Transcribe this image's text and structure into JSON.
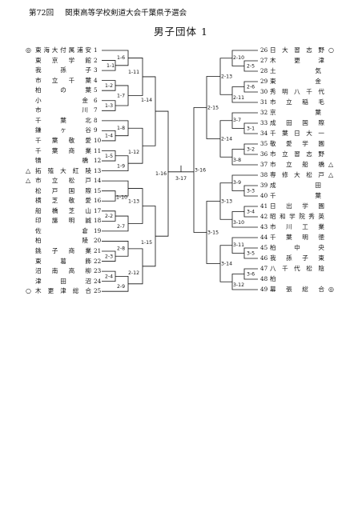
{
  "header": {
    "edition": "第72回",
    "event": "関東高等学校剣道大会千葉県予選会"
  },
  "title": "男子団体 1",
  "left_teams": [
    {
      "n": "1",
      "name": "東海大付属浦安",
      "mark": "◎"
    },
    {
      "n": "2",
      "name": "東京学館",
      "mark": ""
    },
    {
      "n": "3",
      "name": "我孫子",
      "mark": ""
    },
    {
      "n": "4",
      "name": "市立千葉",
      "mark": ""
    },
    {
      "n": "5",
      "name": "柏の葉",
      "mark": ""
    },
    {
      "n": "6",
      "name": "小金",
      "mark": ""
    },
    {
      "n": "7",
      "name": "市川",
      "mark": ""
    },
    {
      "n": "8",
      "name": "千葉北",
      "mark": ""
    },
    {
      "n": "9",
      "name": "鎌ヶ谷",
      "mark": ""
    },
    {
      "n": "10",
      "name": "千葉敬愛",
      "mark": ""
    },
    {
      "n": "11",
      "name": "千葉商業",
      "mark": ""
    },
    {
      "n": "12",
      "name": "犢橋",
      "mark": ""
    },
    {
      "n": "13",
      "name": "拓殖大紅陵",
      "mark": "△"
    },
    {
      "n": "14",
      "name": "市立松戸",
      "mark": "△"
    },
    {
      "n": "15",
      "name": "松戸国際",
      "mark": ""
    },
    {
      "n": "16",
      "name": "横芝敬愛",
      "mark": ""
    },
    {
      "n": "17",
      "name": "船橋芝山",
      "mark": ""
    },
    {
      "n": "18",
      "name": "印旛明誠",
      "mark": ""
    },
    {
      "n": "19",
      "name": "佐倉",
      "mark": ""
    },
    {
      "n": "20",
      "name": "柏陵",
      "mark": ""
    },
    {
      "n": "21",
      "name": "銚子商業",
      "mark": ""
    },
    {
      "n": "22",
      "name": "東葛飾",
      "mark": ""
    },
    {
      "n": "23",
      "name": "沼南高柳",
      "mark": ""
    },
    {
      "n": "24",
      "name": "津田沼",
      "mark": ""
    },
    {
      "n": "25",
      "name": "木更津総合",
      "mark": "○"
    }
  ],
  "right_teams": [
    {
      "n": "26",
      "name": "日大習志野",
      "mark": "○"
    },
    {
      "n": "27",
      "name": "木更津",
      "mark": ""
    },
    {
      "n": "28",
      "name": "土気",
      "mark": ""
    },
    {
      "n": "29",
      "name": "東金",
      "mark": ""
    },
    {
      "n": "30",
      "name": "秀明八千代",
      "mark": ""
    },
    {
      "n": "31",
      "name": "市立稲毛",
      "mark": ""
    },
    {
      "n": "32",
      "name": "京葉",
      "mark": ""
    },
    {
      "n": "33",
      "name": "成田国際",
      "mark": ""
    },
    {
      "n": "34",
      "name": "千葉日大一",
      "mark": ""
    },
    {
      "n": "35",
      "name": "敬愛学園",
      "mark": ""
    },
    {
      "n": "36",
      "name": "市立習志野",
      "mark": ""
    },
    {
      "n": "37",
      "name": "市立船橋",
      "mark": "△"
    },
    {
      "n": "38",
      "name": "専修大松戸",
      "mark": "△"
    },
    {
      "n": "39",
      "name": "成田",
      "mark": ""
    },
    {
      "n": "40",
      "name": "千葉",
      "mark": ""
    },
    {
      "n": "41",
      "name": "日出学園",
      "mark": ""
    },
    {
      "n": "42",
      "name": "昭和学院秀英",
      "mark": ""
    },
    {
      "n": "43",
      "name": "市川工業",
      "mark": ""
    },
    {
      "n": "44",
      "name": "千葉明徳",
      "mark": ""
    },
    {
      "n": "45",
      "name": "柏中央",
      "mark": ""
    },
    {
      "n": "46",
      "name": "我孫子東",
      "mark": ""
    },
    {
      "n": "47",
      "name": "八千代松陰",
      "mark": ""
    },
    {
      "n": "48",
      "name": "柏",
      "mark": ""
    },
    {
      "n": "49",
      "name": "幕張総合",
      "mark": "◎"
    }
  ],
  "match_labels": {
    "m1_6": "1-6",
    "m1_1": "1-1",
    "m1_2": "1-2",
    "m1_7": "1-7",
    "m1_3": "1-3",
    "m1_11": "1-11",
    "m1_14": "1-14",
    "m1_8": "1-8",
    "m1_4": "1-4",
    "m1_12": "1-12",
    "m1_5": "1-5",
    "m1_9": "1-9",
    "m1_16": "1-16",
    "m1_10": "1-10",
    "m1_13": "1-13",
    "m2_2": "2-2",
    "m2_7": "2-7",
    "m1_15": "1-15",
    "m2_8": "2-8",
    "m2_3": "2-3",
    "m2_12": "2-12",
    "m2_4": "2-4",
    "m2_9": "2-9",
    "m3_17": "3-17",
    "m3_16": "3-16",
    "m2_10": "2-10",
    "m2_5": "2-5",
    "m2_13": "2-13",
    "m2_6": "2-6",
    "m2_11": "2-11",
    "m2_15": "2-15",
    "m3_7": "3-7",
    "m3_1": "3-1",
    "m2_14": "2-14",
    "m3_2": "3-2",
    "m3_8": "3-8",
    "m3_9": "3-9",
    "m3_3": "3-3",
    "m3_13": "3-13",
    "m3_4": "3-4",
    "m3_10": "3-10",
    "m3_15": "3-15",
    "m3_11": "3-11",
    "m3_5": "3-5",
    "m3_14": "3-14",
    "m3_6": "3-6",
    "m3_12": "3-12"
  }
}
